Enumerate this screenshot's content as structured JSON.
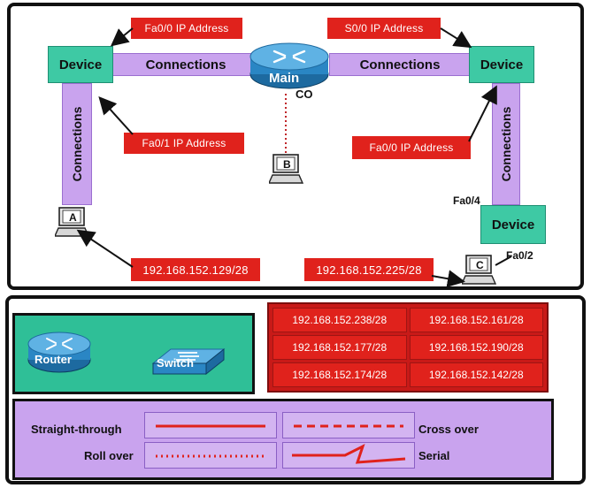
{
  "topology": {
    "router_name": "Main",
    "router_sub": "CO",
    "connections_label": "Connections",
    "device_label": "Device",
    "labels": {
      "fa00_top": "Fa0/0 IP Address",
      "s00": "S0/0 IP Address",
      "fa01": "Fa0/1 IP Address",
      "fa00_right": "Fa0/0 IP Address",
      "fa04": "Fa0/4",
      "fa02": "Fa0/2",
      "ip_a": "192.168.152.129/28",
      "ip_c": "192.168.152.225/28"
    },
    "hosts": {
      "a": "A",
      "b": "B",
      "c": "C"
    }
  },
  "legend": {
    "router_label": "Router",
    "switch_label": "Switch",
    "ip_options": [
      "192.168.152.238/28",
      "192.168.152.161/28",
      "192.168.152.177/28",
      "192.168.152.190/28",
      "192.168.152.174/28",
      "192.168.152.142/28"
    ],
    "cables": {
      "straight": "Straight-through",
      "cross": "Cross over",
      "roll": "Roll over",
      "serial": "Serial"
    }
  },
  "colors": {
    "connection": "#c9a3ee",
    "device": "#3ec9a4",
    "label_red": "#e0221c",
    "cable_red": "#e0221c"
  }
}
